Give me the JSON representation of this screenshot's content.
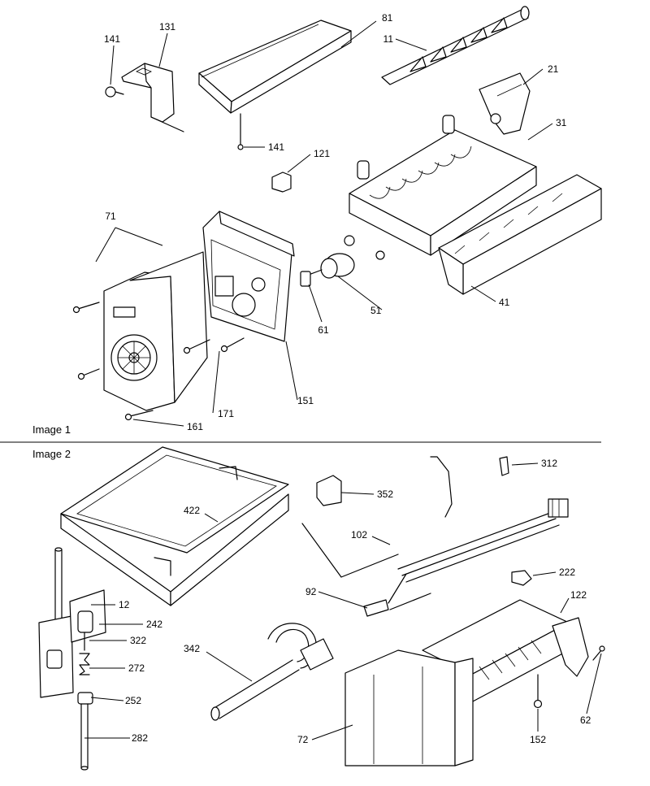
{
  "sections": [
    {
      "caption": "Image 1"
    },
    {
      "caption": "Image 2"
    }
  ],
  "callouts": [
    "141",
    "131",
    "81",
    "11",
    "21",
    "31",
    "141",
    "121",
    "71",
    "51",
    "61",
    "41",
    "151",
    "171",
    "161",
    "312",
    "352",
    "422",
    "102",
    "222",
    "92",
    "122",
    "12",
    "242",
    "322",
    "342",
    "272",
    "252",
    "62",
    "152",
    "282",
    "72"
  ]
}
